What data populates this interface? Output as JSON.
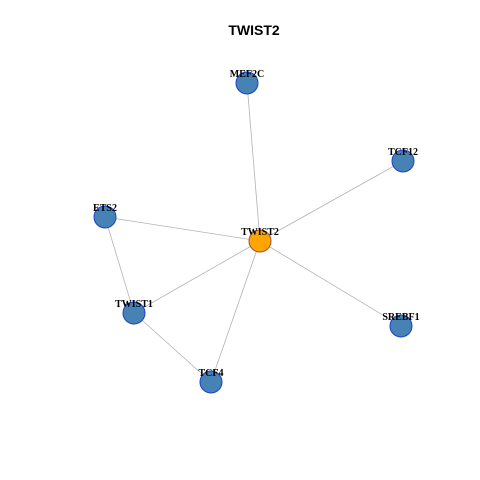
{
  "title": "TWIST2",
  "colors": {
    "hub_fill": "#FFA500",
    "hub_stroke": "#A0522D",
    "node_fill": "#4682B4",
    "node_stroke": "#1E3FCC",
    "edge": "#B3B3B3"
  },
  "nodes": [
    {
      "id": "TWIST2",
      "label": "TWIST2",
      "role": "hub"
    },
    {
      "id": "MEF2C",
      "label": "MEF2C",
      "role": "neighbor"
    },
    {
      "id": "TCF12",
      "label": "TCF12",
      "role": "neighbor"
    },
    {
      "id": "ETS2",
      "label": "ETS2",
      "role": "neighbor"
    },
    {
      "id": "TWIST1",
      "label": "TWIST1",
      "role": "neighbor"
    },
    {
      "id": "SREBF1",
      "label": "SREBF1",
      "role": "neighbor"
    },
    {
      "id": "TCF4",
      "label": "TCF4",
      "role": "neighbor"
    }
  ],
  "edges": [
    {
      "source": "TWIST2",
      "target": "MEF2C"
    },
    {
      "source": "TWIST2",
      "target": "TCF12"
    },
    {
      "source": "TWIST2",
      "target": "ETS2"
    },
    {
      "source": "TWIST2",
      "target": "TWIST1"
    },
    {
      "source": "TWIST2",
      "target": "SREBF1"
    },
    {
      "source": "TWIST2",
      "target": "TCF4"
    },
    {
      "source": "ETS2",
      "target": "TWIST1"
    },
    {
      "source": "TWIST1",
      "target": "TCF4"
    }
  ]
}
